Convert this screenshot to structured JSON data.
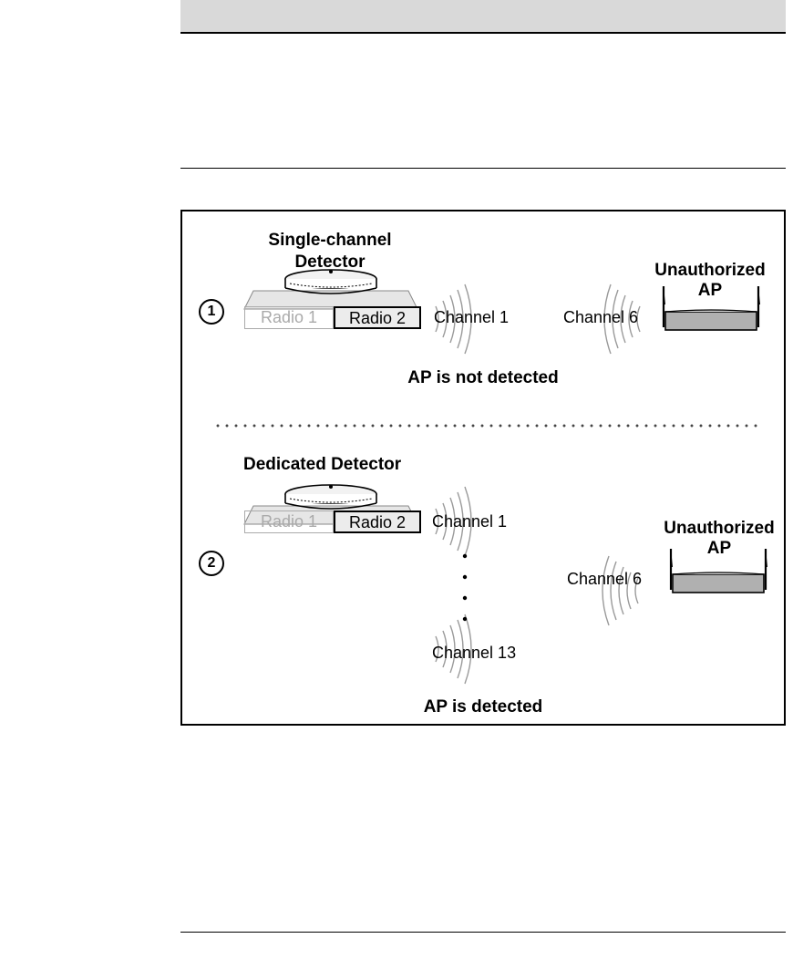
{
  "scenario_1": {
    "marker": "1",
    "detector_label_line1": "Single-channel",
    "detector_label_line2": "Detector",
    "radio_1": "Radio 1",
    "radio_2": "Radio 2",
    "detector_channel": "Channel 1",
    "ap_channel": "Channel 6",
    "ap_label_line1": "Unauthorized",
    "ap_label_line2": "AP",
    "result": "AP is not detected"
  },
  "scenario_2": {
    "marker": "2",
    "detector_label": "Dedicated Detector",
    "radio_1": "Radio 1",
    "radio_2": "Radio 2",
    "detector_channel_first": "Channel 1",
    "detector_channel_last": "Channel 13",
    "ap_channel": "Channel 6",
    "ap_label_line1": "Unauthorized",
    "ap_label_line2": "AP",
    "result": "AP is detected"
  },
  "colors": {
    "header_fill": "#d9d9d9",
    "ap_body": "#b0b0b0",
    "inactive_radio": "#aaaaaa",
    "signal_wave": "#9a9a9a"
  },
  "icons": [
    "detector-device-icon",
    "access-point-icon",
    "signal-wave-icon"
  ]
}
